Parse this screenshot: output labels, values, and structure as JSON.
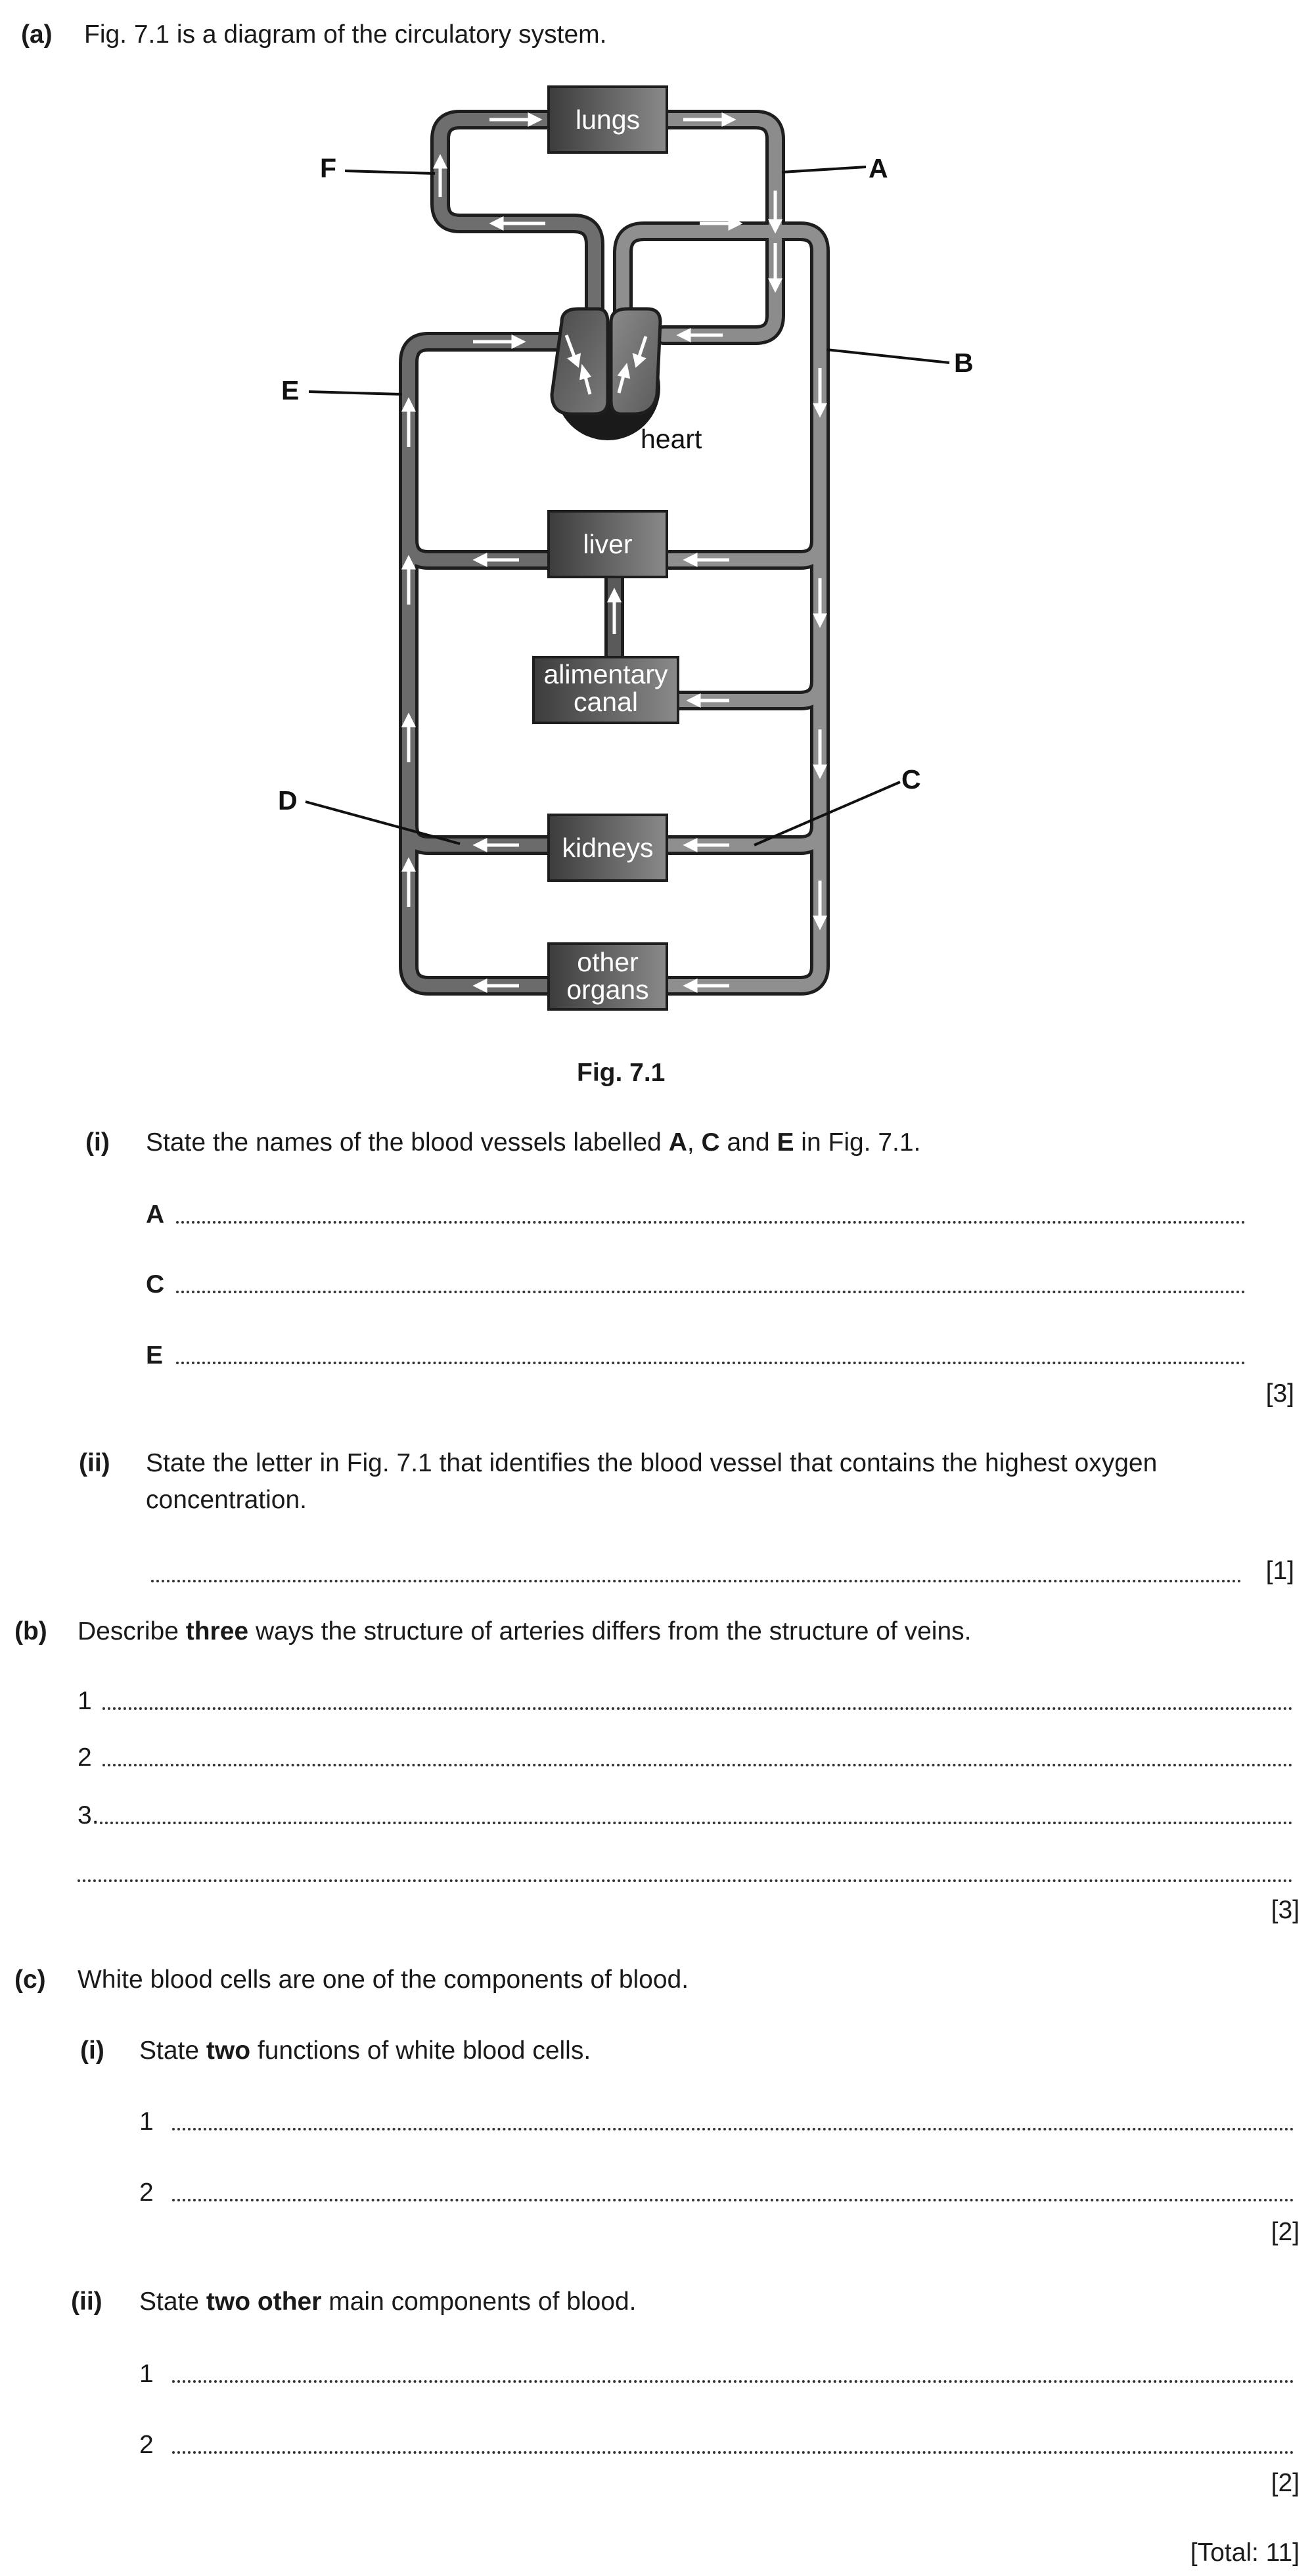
{
  "part_a": {
    "label": "(a)",
    "intro": "Fig. 7.1 is a diagram of the circulatory system.",
    "figure": {
      "organs": {
        "lungs": "lungs",
        "heart": "heart",
        "liver": "liver",
        "alimentary_1": "alimentary",
        "alimentary_2": "canal",
        "kidneys": "kidneys",
        "other_1": "other",
        "other_2": "organs"
      },
      "vessel_labels": {
        "A": "A",
        "B": "B",
        "C": "C",
        "D": "D",
        "E": "E",
        "F": "F"
      },
      "caption": "Fig. 7.1"
    },
    "i": {
      "label": "(i)",
      "pre": "State the names of the blood vessels labelled ",
      "l1": "A",
      "sep1": ", ",
      "l2": "C",
      "sep2": " and ",
      "l3": "E",
      "post": " in Fig. 7.1.",
      "answers": [
        "A",
        "C",
        "E"
      ],
      "marks": "[3]"
    },
    "ii": {
      "label": "(ii)",
      "line1": "State the letter in Fig. 7.1 that identifies the blood vessel that contains the highest oxygen",
      "line2": "concentration.",
      "marks": "[1]"
    }
  },
  "part_b": {
    "label": "(b)",
    "pre": "Describe ",
    "bold": "three",
    "post": " ways the structure of arteries differs from the structure of veins.",
    "answers": [
      "1",
      "2",
      "3."
    ],
    "marks": "[3]"
  },
  "part_c": {
    "label": "(c)",
    "intro": "White blood cells are one of the components of blood.",
    "i": {
      "label": "(i)",
      "pre": "State ",
      "bold": "two",
      "post": " functions of white blood cells.",
      "answers": [
        "1",
        "2"
      ],
      "marks": "[2]"
    },
    "ii": {
      "label": "(ii)",
      "pre": "State ",
      "bold": "two other",
      "post": " main components of blood.",
      "answers": [
        "1",
        "2"
      ],
      "marks": "[2]"
    }
  },
  "total": "[Total: 11]"
}
